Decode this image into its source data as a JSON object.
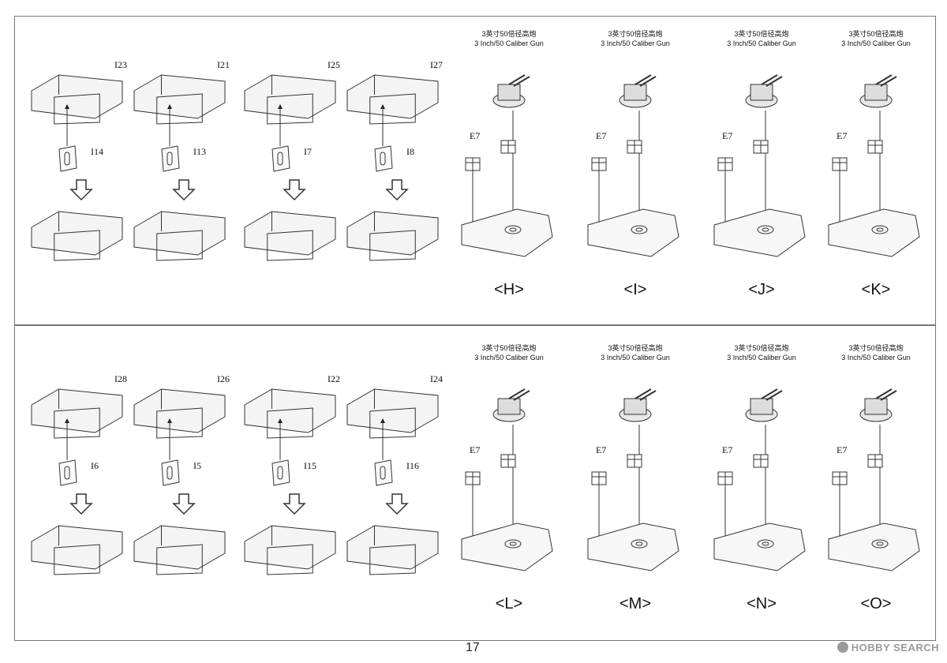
{
  "part_labels_top": [
    "I23",
    "I14",
    "I21",
    "I13",
    "I25",
    "I7",
    "I27",
    "I8"
  ],
  "part_labels_bottom": [
    "I28",
    "I6",
    "I26",
    "I5",
    "I22",
    "I15",
    "I24",
    "I16"
  ],
  "gun_label_cn": "3英寸50倍径高炮",
  "gun_label_en": "3 Inch/50 Caliber Gun",
  "shell_label": "E7",
  "steps_top": [
    "<H>",
    "<I>",
    "<J>",
    "<K>"
  ],
  "steps_bottom": [
    "<L>",
    "<M>",
    "<N>",
    "<O>"
  ],
  "page_number": "17",
  "watermark": "HOBBY SEARCH"
}
